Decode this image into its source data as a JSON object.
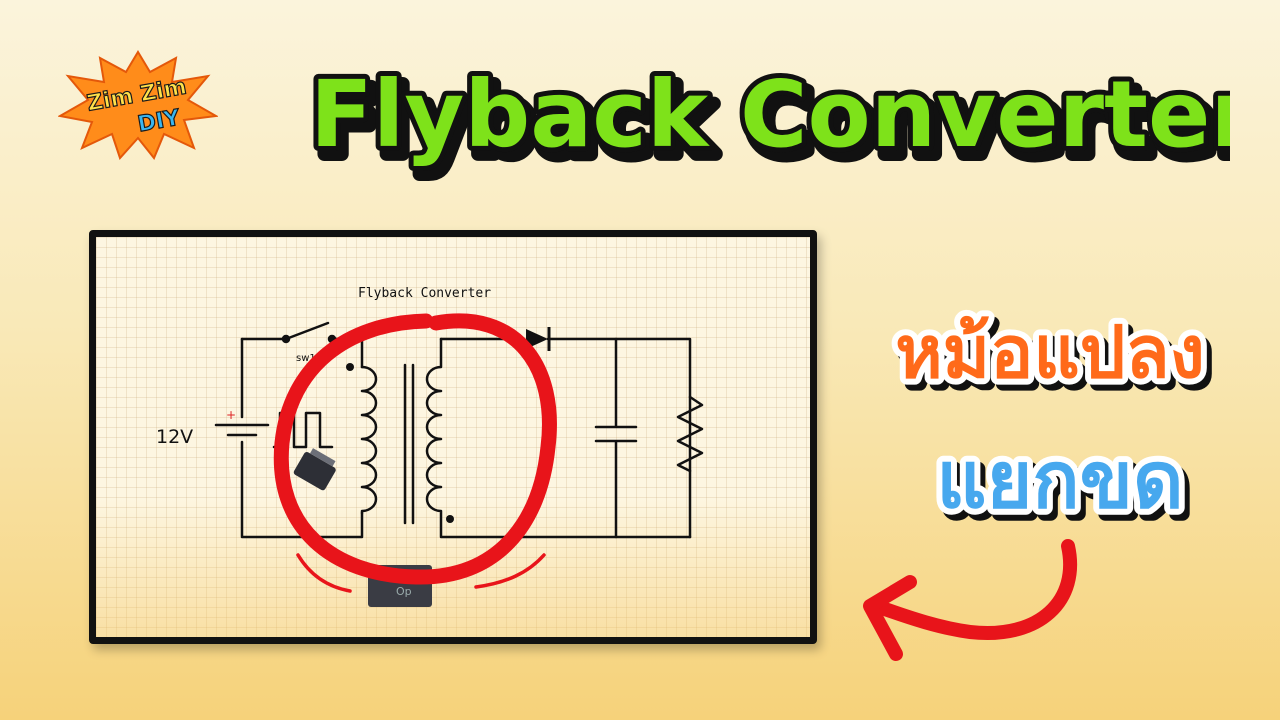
{
  "logo": {
    "line1": "Zim Zim",
    "line2": "DIY"
  },
  "title": "Flyback Converter",
  "thai": {
    "line1": "หม้อแปลง",
    "line2": "แยกขด"
  },
  "schematic": {
    "title": "Flyback Converter",
    "voltage_label": "12V",
    "switch_label": "sw1",
    "plus_sign": "+",
    "chip_label": "Op"
  },
  "colors": {
    "title_fill": "#7ee21a",
    "thai_line1": "#ff6a1a",
    "thai_line2": "#47a8ee",
    "annotation_red": "#e8141a",
    "logo_burst": "#ff8c1a"
  }
}
